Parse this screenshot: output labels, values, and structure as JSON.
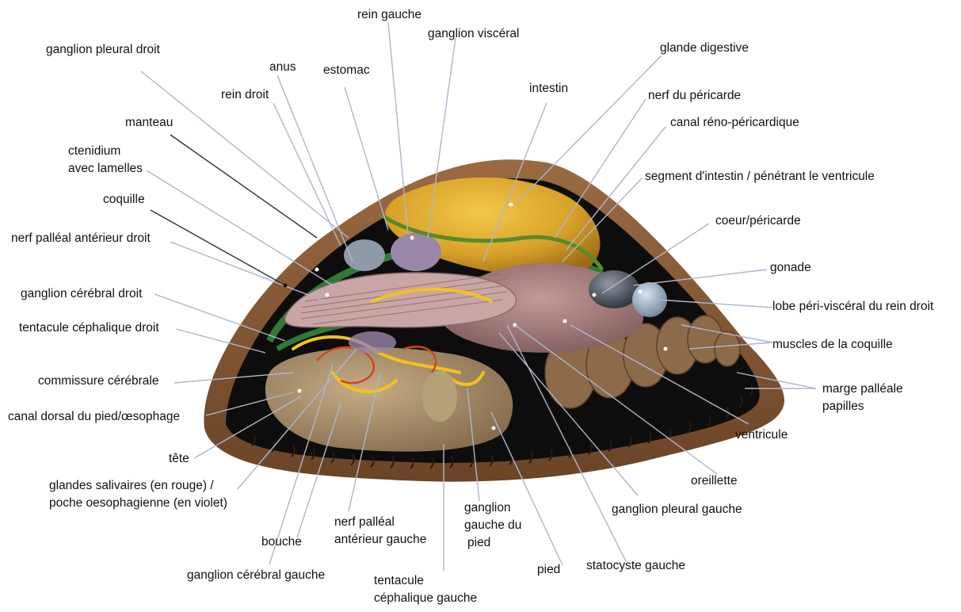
{
  "labels": {
    "rein_gauche": "rein gauche",
    "ganglion_visceral": "ganglion viscéral",
    "ganglion_pleural_droit": "ganglion pleural droit",
    "glande_digestive": "glande digestive",
    "anus": "anus",
    "estomac": "estomac",
    "intestin": "intestin",
    "rein_droit": "rein droit",
    "nerf_pericarde": "nerf du péricarde",
    "manteau": "manteau",
    "canal_reno": "canal réno-péricardique",
    "ctenidium_1": "ctenidium",
    "ctenidium_2": "avec lamelles",
    "segment_intestin": "segment d'intestin / pénétrant le ventricule",
    "coquille": "coquille",
    "coeur": "coeur/péricarde",
    "nerf_palleal_droit": "nerf palléal antérieur droit",
    "gonade": "gonade",
    "ganglion_cerebral_droit": "ganglion cérébral droit",
    "lobe_peri": "lobe péri-viscéral du rein droit",
    "tentacule_droit": "tentacule céphalique droit",
    "muscles": "muscles de la coquille",
    "commissure": "commissure cérébrale",
    "marge_1": "marge palléale",
    "marge_2": "papilles",
    "canal_dorsal": "canal dorsal du pied/œsophage",
    "ventricule": "ventricule",
    "tete": "tête",
    "glandes_1": "glandes salivaires (en rouge) /",
    "glandes_2": "poche oesophagienne (en violet)",
    "oreillette": "oreillette",
    "ganglion_pleural_gauche": "ganglion pleural gauche",
    "ganglion_gauche_pied_1": "ganglion",
    "ganglion_gauche_pied_2": "gauche du",
    "ganglion_gauche_pied_3": "pied",
    "nerf_palleal_gauche_1": "nerf palléal",
    "nerf_palleal_gauche_2": "antérieur gauche",
    "bouche": "bouche",
    "pied": "pied",
    "statocyste": "statocyste gauche",
    "ganglion_cerebral_gauche": "ganglion cérébral gauche",
    "tentacule_gauche_1": "tentacule",
    "tentacule_gauche_2": "céphalique gauche"
  },
  "colors": {
    "shell": "#8a5a36",
    "mantle": "#0d0d0d",
    "foot": "#a48864",
    "digestive_gland": "#d9a22a",
    "gill": "#c9a6a6",
    "nerve": "#f5c21a",
    "salivary": "#d2461e",
    "leader": "#aeb6cc",
    "leader_dark": "#333333"
  }
}
